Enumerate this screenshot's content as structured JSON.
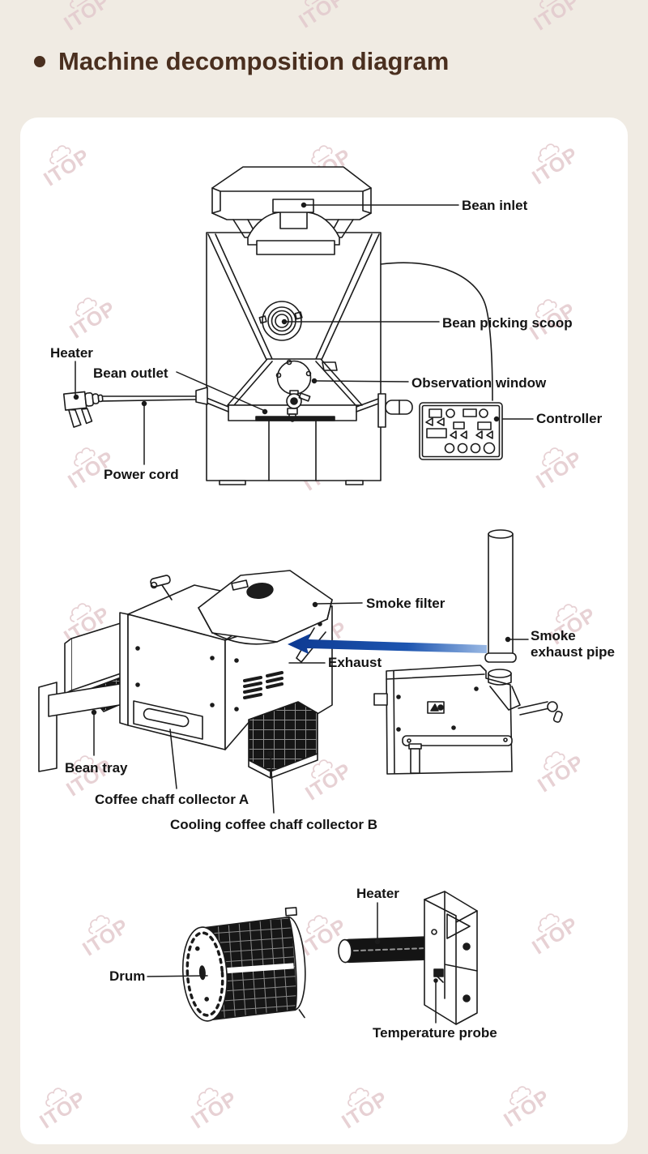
{
  "page": {
    "title": "Machine decomposition diagram",
    "background_color": "#f0ebe3",
    "card_color": "#ffffff",
    "title_color": "#4a2f1f",
    "line_color": "#1b1b1b",
    "arrow_color": "#1d55b0",
    "watermark_color": "#e3c9cd"
  },
  "watermark": {
    "text": "ITOP"
  },
  "diagram1": {
    "labels": {
      "bean_inlet": "Bean inlet",
      "bean_picking_scoop": "Bean picking scoop",
      "heater": "Heater",
      "bean_outlet": "Bean outlet",
      "observation_window": "Observation window",
      "controller": "Controller",
      "power_cord": "Power cord"
    }
  },
  "diagram2": {
    "labels": {
      "smoke_filter": "Smoke filter",
      "exhaust": "Exhaust",
      "smoke_exhaust_pipe": "Smoke exhaust pipe",
      "bean_tray": "Bean tray",
      "coffee_chaff_collector_a": "Coffee chaff collector A",
      "cooling_coffee_chaff_collector_b": "Cooling coffee chaff collector B"
    }
  },
  "diagram3": {
    "labels": {
      "drum": "Drum",
      "heater": "Heater",
      "temperature_probe": "Temperature probe"
    }
  }
}
